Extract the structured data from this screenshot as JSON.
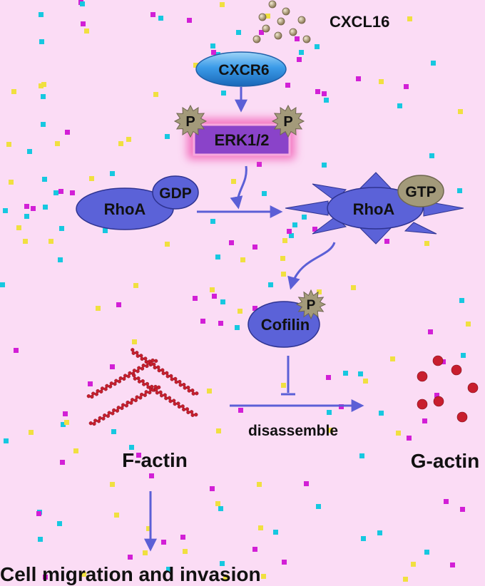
{
  "ligand": {
    "label": "CXCL16"
  },
  "receptor": {
    "label": "CXCR6"
  },
  "kinase": {
    "label": "ERK1/2",
    "phospho_label": "P"
  },
  "rhoa_inactive": {
    "label": "RhoA",
    "cofactor": "GDP"
  },
  "rhoa_active": {
    "label": "RhoA",
    "cofactor": "GTP"
  },
  "cofilin": {
    "label": "Cofilin",
    "phospho_label": "P"
  },
  "process": {
    "label": "disassemble"
  },
  "f_actin": {
    "label": "F-actin"
  },
  "g_actin": {
    "label": "G-actin"
  },
  "outcome": {
    "label": "Cell migration and invasion"
  },
  "colors": {
    "background": "#fbdcf5",
    "protein_fill": "#5b62d8",
    "arrow": "#5b5fd6",
    "phospho_fill": "#a39a7a",
    "kinase_fill": "#8a43c9",
    "kinase_glow": "#f25fb5",
    "actin": "#c81e2e",
    "ligand_bead": "#9c8a6a"
  }
}
